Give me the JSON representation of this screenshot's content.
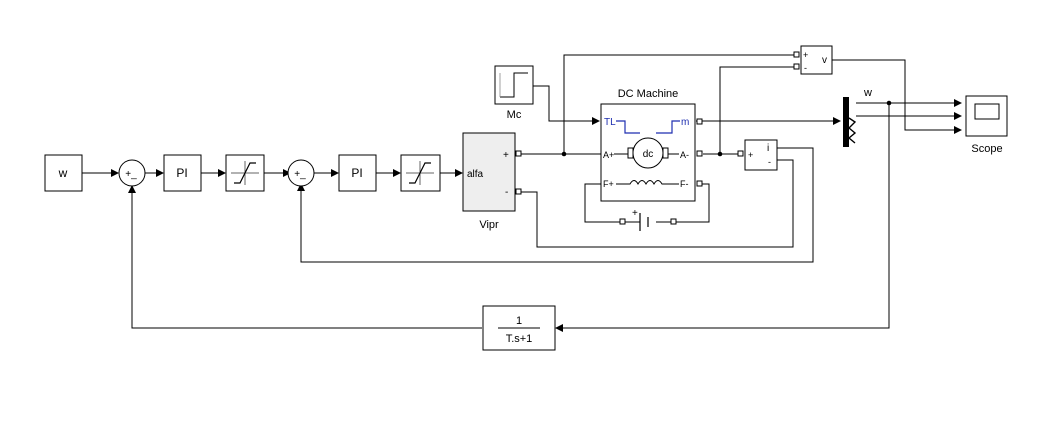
{
  "blocks": {
    "w_const": "w",
    "pi1": "PI",
    "pi2": "PI",
    "sum1_signs": "+_",
    "sum2_signs": "+_",
    "vipr_input": "alfa",
    "vipr_plus": "+",
    "vipr_minus": "-",
    "vipr_name": "Vipr",
    "mc_name": "Mc",
    "dc_machine_name": "DC Machine",
    "dc_tl": "TL",
    "dc_m": "m",
    "dc_aplus": "A+",
    "dc_aminus": "A-",
    "dc_fplus": "F+",
    "dc_fminus": "F-",
    "dc_symbol": "dc",
    "battery_plus": "+",
    "vmeas_label": "v",
    "vmeas_plus": "+",
    "vmeas_minus": "-",
    "imeas_label": "i",
    "imeas_plus": "+",
    "imeas_minus": "-",
    "demux_w": "w",
    "scope_name": "Scope",
    "tf_num": "1",
    "tf_den": "T.s+1"
  }
}
